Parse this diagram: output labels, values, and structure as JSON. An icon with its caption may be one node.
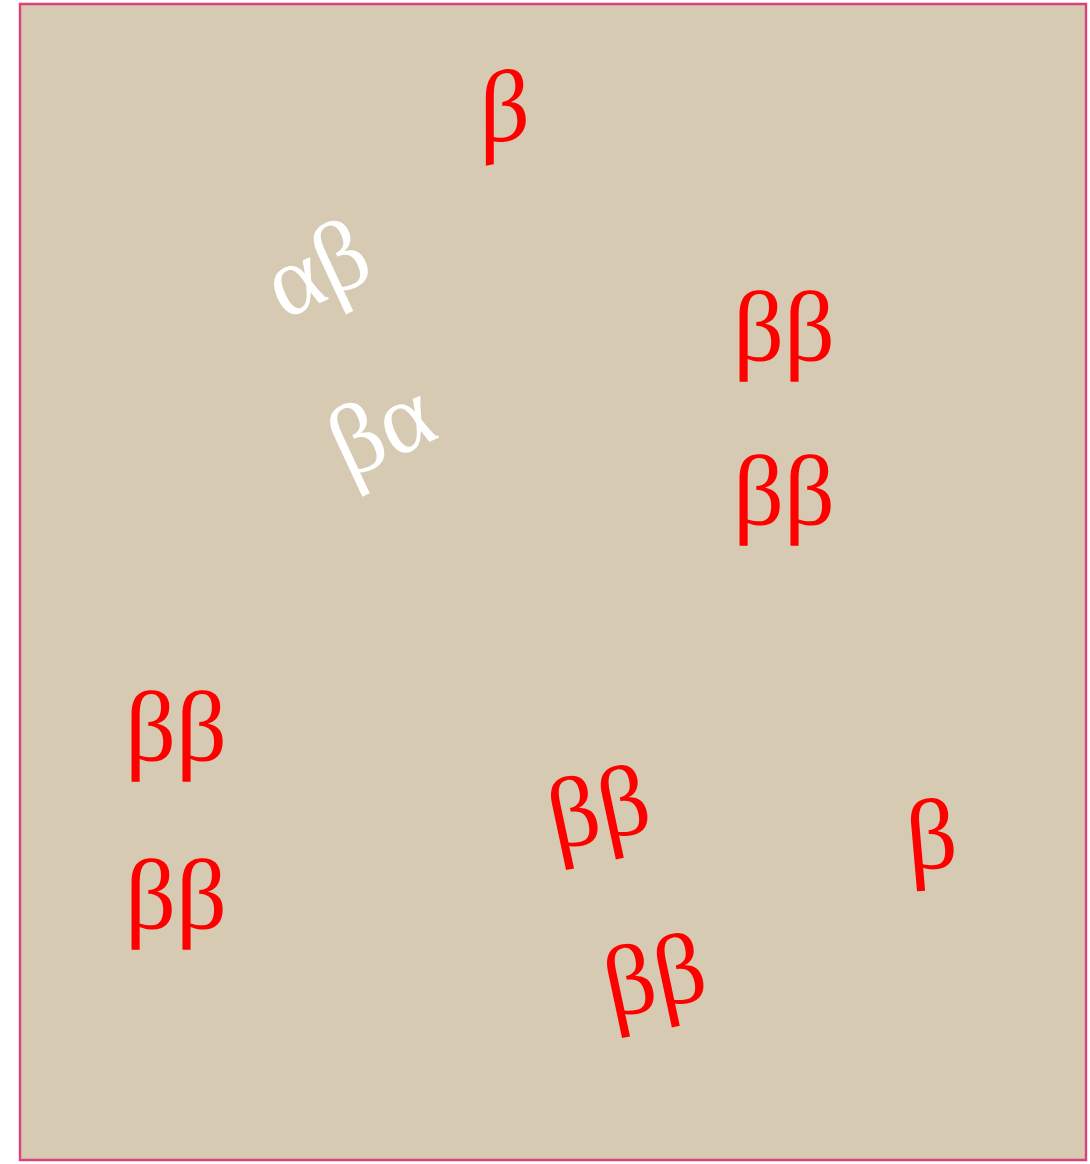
{
  "diagram": {
    "labels": [
      "β",
      "αβ",
      "ββ",
      "βα",
      "ββ",
      "ββ",
      "ββ",
      "β",
      "ββ",
      "ββ"
    ]
  }
}
